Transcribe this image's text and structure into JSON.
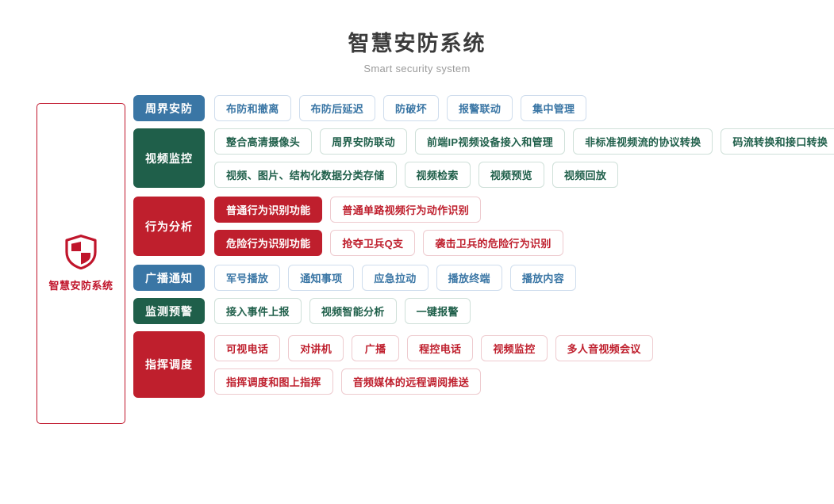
{
  "header": {
    "title": "智慧安防系统",
    "subtitle": "Smart security system"
  },
  "system_panel": {
    "icon": "shield-icon",
    "label": "智慧安防系统",
    "accent_color": "#c0152b"
  },
  "colors": {
    "blue": "#3a76a5",
    "green": "#1f5f4a",
    "red": "#bf1f2d",
    "title_gray": "#3b3b3b",
    "subtitle_gray": "#9a9a9a"
  },
  "categories": [
    {
      "key": "perimeter",
      "label": "周界安防",
      "theme": "blue",
      "lines": [
        [
          {
            "label": "布防和撤离",
            "style": "blue"
          },
          {
            "label": "布防后延迟",
            "style": "blue"
          },
          {
            "label": "防破坏",
            "style": "blue"
          },
          {
            "label": "报警联动",
            "style": "blue"
          },
          {
            "label": "集中管理",
            "style": "blue"
          }
        ]
      ]
    },
    {
      "key": "video",
      "label": "视频监控",
      "theme": "green",
      "lines": [
        [
          {
            "label": "整合高清摄像头",
            "style": "green"
          },
          {
            "label": "周界安防联动",
            "style": "green"
          },
          {
            "label": "前端IP视频设备接入和管理",
            "style": "green"
          },
          {
            "label": "非标准视频流的协议转换",
            "style": "green"
          },
          {
            "label": "码流转换和接口转换",
            "style": "green"
          }
        ],
        [
          {
            "label": "视频、图片、结构化数据分类存储",
            "style": "green"
          },
          {
            "label": "视频检索",
            "style": "green"
          },
          {
            "label": "视频预览",
            "style": "green"
          },
          {
            "label": "视频回放",
            "style": "green"
          }
        ]
      ]
    },
    {
      "key": "behavior",
      "label": "行为分析",
      "theme": "red",
      "lines": [
        [
          {
            "label": "普通行为识别功能",
            "style": "red-solid"
          },
          {
            "label": "普通单路视频行为动作识别",
            "style": "red"
          }
        ],
        [
          {
            "label": "危险行为识别功能",
            "style": "red-solid"
          },
          {
            "label": "抢夺卫兵Q支",
            "style": "red"
          },
          {
            "label": "袭击卫兵的危险行为识别",
            "style": "red"
          }
        ]
      ]
    },
    {
      "key": "broadcast",
      "label": "广播通知",
      "theme": "blue",
      "lines": [
        [
          {
            "label": "军号播放",
            "style": "blue"
          },
          {
            "label": "通知事项",
            "style": "blue"
          },
          {
            "label": "应急拉动",
            "style": "blue"
          },
          {
            "label": "播放终端",
            "style": "blue"
          },
          {
            "label": "播放内容",
            "style": "blue"
          }
        ]
      ]
    },
    {
      "key": "monitor",
      "label": "监测预警",
      "theme": "green",
      "lines": [
        [
          {
            "label": "接入事件上报",
            "style": "green"
          },
          {
            "label": "视频智能分析",
            "style": "green"
          },
          {
            "label": "一键报警",
            "style": "green"
          }
        ]
      ]
    },
    {
      "key": "dispatch",
      "label": "指挥调度",
      "theme": "red",
      "lines": [
        [
          {
            "label": "可视电话",
            "style": "red"
          },
          {
            "label": "对讲机",
            "style": "red"
          },
          {
            "label": "广播",
            "style": "red"
          },
          {
            "label": "程控电话",
            "style": "red"
          },
          {
            "label": "视频监控",
            "style": "red"
          },
          {
            "label": "多人音视频会议",
            "style": "red"
          }
        ],
        [
          {
            "label": "指挥调度和图上指挥",
            "style": "red"
          },
          {
            "label": "音频媒体的远程调阅推送",
            "style": "red"
          }
        ]
      ]
    }
  ]
}
